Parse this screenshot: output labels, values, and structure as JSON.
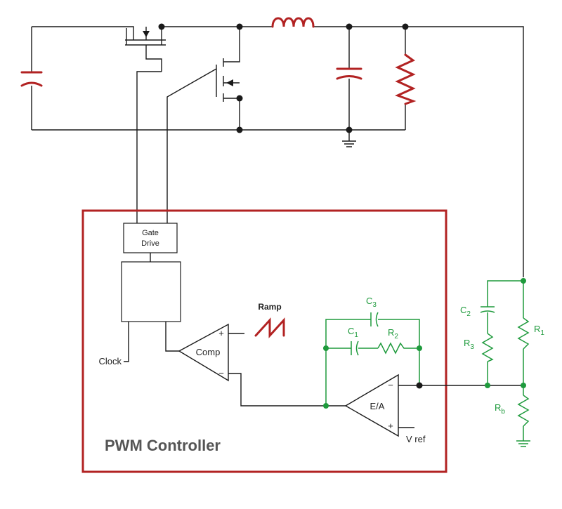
{
  "controller": {
    "title": "PWM Controller",
    "gate_drive_line1": "Gate",
    "gate_drive_line2": "Drive",
    "clock_label": "Clock",
    "ramp_label": "Ramp",
    "comp_label": "Comp",
    "ea_label": "E/A",
    "vref_label": "V ref",
    "plus_sign": "+",
    "minus_sign": "−"
  },
  "feedback": {
    "c1": {
      "letter": "C",
      "sub": "1"
    },
    "c2": {
      "letter": "C",
      "sub": "2"
    },
    "c3": {
      "letter": "C",
      "sub": "3"
    },
    "r1": {
      "letter": "R",
      "sub": "1"
    },
    "r2": {
      "letter": "R",
      "sub": "2"
    },
    "r3": {
      "letter": "R",
      "sub": "3"
    },
    "rb": {
      "letter": "R",
      "sub": "b"
    }
  },
  "colors": {
    "wire": "#1a1a1a",
    "power_component": "#b22222",
    "controller_border": "#b22222",
    "compensation": "#1e9a3c"
  }
}
